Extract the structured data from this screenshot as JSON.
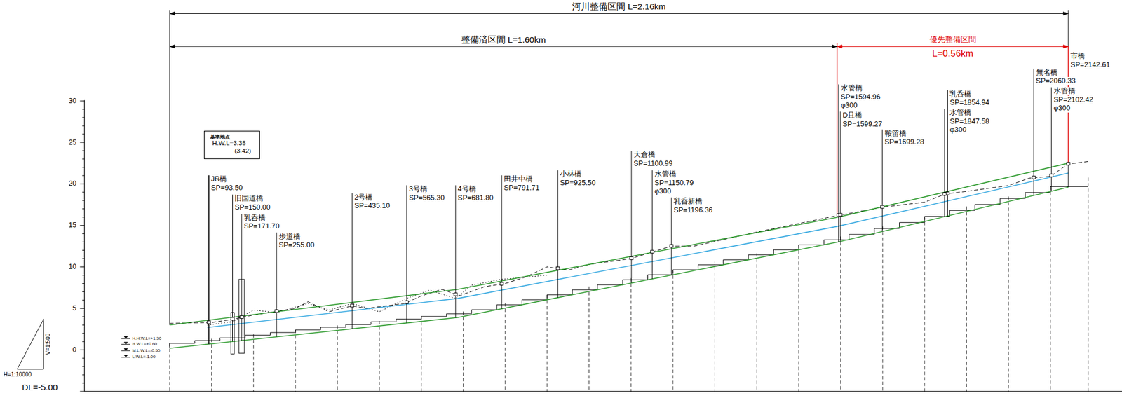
{
  "diagram": {
    "nodes": [
      {
        "text": [
          "基準地点",
          "H.W.L=3.35",
          "(3.42)"
        ]
      }
    ],
    "labels": [
      "河川整備区間 L=2.16km",
      "整備済区間 L=1.60km",
      "優先整備区間",
      "L=0.56km",
      "30",
      "25",
      "20",
      "15",
      "10",
      "5",
      "0",
      "V=1:500",
      "H=1:10000",
      "DL=-5.00",
      "H.H.W.L=+1.30",
      "H.W.L=+0.60",
      "M.L.W.L=-0.50",
      "L.W.L=-1.00",
      "JR橋",
      "SP=93.50",
      "旧国道橋",
      "SP=150.00",
      "乳呑橋",
      "SP=171.70",
      "歩道橋",
      "SP=255.00",
      "2号橋",
      "SP=435.10",
      "3号橋",
      "SP=565.30",
      "4号橋",
      "SP=681.80",
      "田井中橋",
      "SP=791.71",
      "小林橋",
      "SP=925.50",
      "大倉橋",
      "SP=1100.99",
      "水管橋",
      "SP=1150.79",
      "φ300",
      "乳呑新橋",
      "SP=1196.36",
      "水管橋",
      "SP=1594.96",
      "φ300",
      "D且橋",
      "SP=1599.27",
      "鞍留橋",
      "SP=1699.28",
      "乳呑橋",
      "SP=1854.94",
      "水管橋",
      "SP=1847.58",
      "φ300",
      "無名橋",
      "SP=2060.33",
      "水管橋",
      "SP=2102.42",
      "φ300",
      "市橋",
      "SP=2142.61"
    ]
  }
}
